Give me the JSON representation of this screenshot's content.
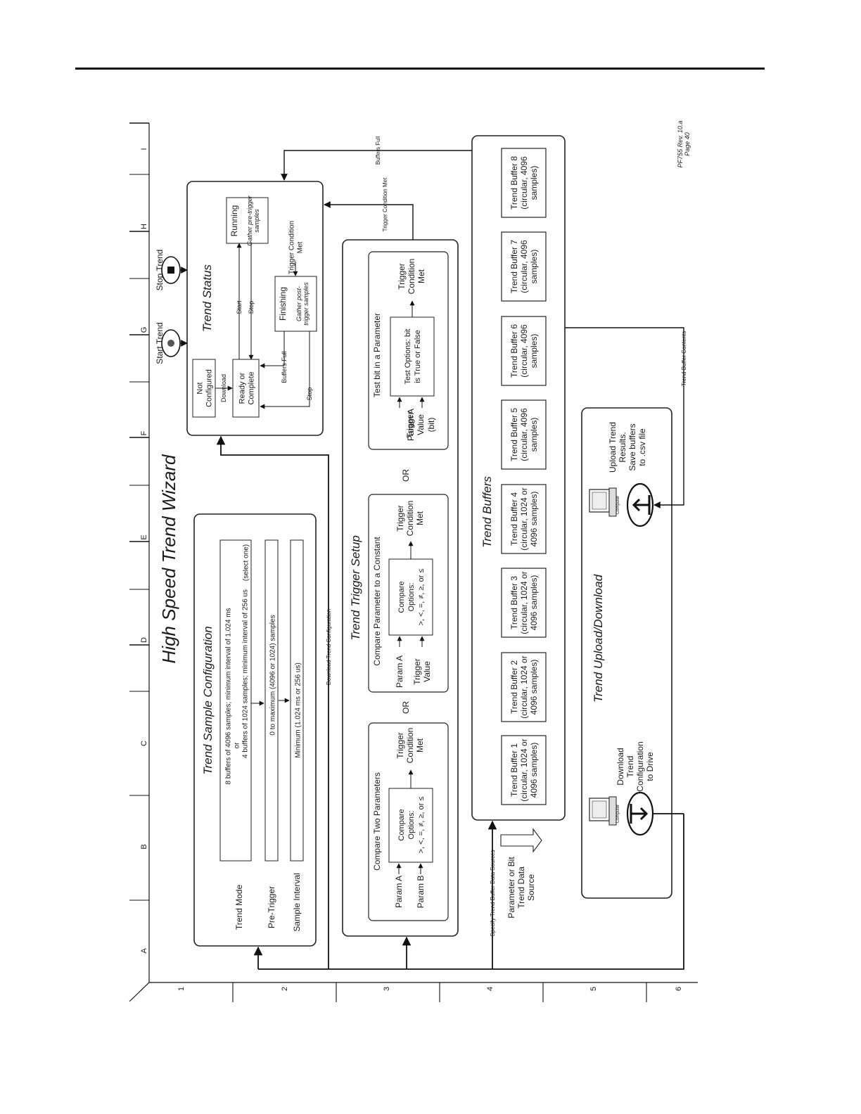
{
  "title": "High Speed Trend Wizard",
  "revision": [
    "PF755 Rev. 10.a",
    "Page 40"
  ],
  "grid": {
    "columns": [
      "A",
      "B",
      "C",
      "D",
      "E",
      "F",
      "G",
      "H",
      "I"
    ],
    "rows": [
      "1",
      "2",
      "3",
      "4",
      "5",
      "6"
    ]
  },
  "sample_config": {
    "title": "Trend Sample Configuration",
    "trend_mode_label": "Trend Mode",
    "trend_mode_line1": "8 buffers of 4096 samples; minimum interval of 1.024 ms",
    "trend_mode_or": "or",
    "trend_mode_line2": "4 buffers of 1024 samples; minimum interval of 256 us",
    "trend_mode_select": "(select one)",
    "pretrigger_label": "Pre-Trigger",
    "pretrigger_value": "0 to maximum (4096 or 1024) samples",
    "interval_label": "Sample Interval",
    "interval_value": "Minimum (1.024 ms or 256 us)"
  },
  "trend_status": {
    "title": "Trend Status",
    "start_trend": "Start Trend",
    "stop_trend": "Stop Trend",
    "not_configured": [
      "Not",
      "Configured"
    ],
    "download": "Download",
    "ready": [
      "Ready or",
      "Complete"
    ],
    "running": "Running",
    "running_sub": [
      "Gather pre-trigger",
      "samples"
    ],
    "finishing": "Finishing",
    "finishing_sub": [
      "Gather post-",
      "trigger samples"
    ],
    "start": "Start",
    "stop": "Stop",
    "stop2": "Stop",
    "buffers_full": "Buffers Full",
    "trigger_met": [
      "Trigger Condition",
      "Met"
    ]
  },
  "trigger_setup": {
    "title": "Trend Trigger Setup",
    "or": "OR",
    "compare_two": {
      "title": "Compare Two Parameters",
      "param_a": "Param A",
      "param_b": "Param B",
      "compare": [
        "Compare",
        "Options:",
        ">, <, =, ≠, ≥, or ≤"
      ],
      "result": [
        "Trigger",
        "Condition",
        "Met"
      ]
    },
    "compare_const": {
      "title": "Compare Parameter to a Constant",
      "param_a": "Param A",
      "trigger_value": [
        "Trigger",
        "Value"
      ],
      "compare": [
        "Compare",
        "Options:",
        ">, <, =, ≠, ≥, or ≤"
      ],
      "result": [
        "Trigger",
        "Condition",
        "Met"
      ]
    },
    "test_bit": {
      "title": "Test bit in a Parameter",
      "param_a": "Param A",
      "trigger_value": [
        "Trigger",
        "Value",
        "(bit)"
      ],
      "test": [
        "Test Options: bit",
        "is True or False"
      ],
      "result": [
        "Trigger",
        "Condition",
        "Met"
      ]
    }
  },
  "trend_buffers": {
    "title": "Trend Buffers",
    "buffers": [
      [
        "Trend Buffer 1",
        "(circular, 1024 or",
        "4096 samples)"
      ],
      [
        "Trend Buffer 2",
        "(circular, 1024 or",
        "4096 samples)"
      ],
      [
        "Trend Buffer 3",
        "(circular, 1024 or",
        "4096 samples)"
      ],
      [
        "Trend Buffer 4",
        "(circular, 1024 or",
        "4096 samples)"
      ],
      [
        "Trend Buffer 5",
        "(circular, 4096",
        "samples)"
      ],
      [
        "Trend Buffer 6",
        "(circular, 4096",
        "samples)"
      ],
      [
        "Trend Buffer 7",
        "(circular, 4096",
        "samples)"
      ],
      [
        "Trend Buffer 8",
        "(circular, 4096",
        "samples)"
      ]
    ],
    "data_source": [
      "Parameter or Bit",
      "Trend Data",
      "Source"
    ]
  },
  "upload_download": {
    "title": "Trend Upload/Download",
    "download": [
      "Download",
      "Trend",
      "Configuration",
      "to Drive"
    ],
    "upload": [
      "Upload Trend",
      "Results.",
      "Save buffers",
      "to .csv file"
    ],
    "computer": "Computer"
  },
  "connectors": {
    "download_config": "Download Trend Configuration",
    "trigger_met": "Trigger Condition Met",
    "buffers_full": "Buffers Full",
    "buffer_contents": "Trend Buffer Contents",
    "data_sources": "Specify Trend Buffer Data Sources"
  }
}
